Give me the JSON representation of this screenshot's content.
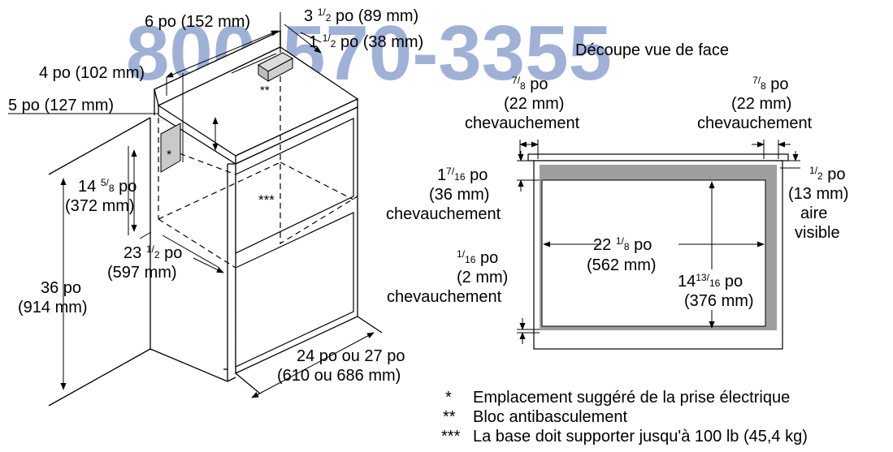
{
  "watermark": "800-570-3355",
  "cutout": {
    "title": "Découpe vue de face",
    "left_overlap": {
      "num": "7",
      "den": "8",
      "unit": " po",
      "mm": "(22 mm)",
      "word": "chevauchement"
    },
    "right_overlap": {
      "num": "7",
      "den": "8",
      "unit": " po",
      "mm": "(22 mm)",
      "word": "chevauchement"
    },
    "top_overlap": {
      "whole": "1",
      "num": "7",
      "den": "16",
      "unit": " po",
      "mm": "(36 mm)",
      "word": "chevauchement"
    },
    "bottom_overlap": {
      "num": "1",
      "den": "16",
      "unit": " po",
      "mm": "(2 mm)",
      "word": "chevauchement"
    },
    "visible_area": {
      "num": "1",
      "den": "2",
      "unit": " po",
      "mm": "(13 mm)",
      "line1": "aire",
      "line2": "visible"
    },
    "width": {
      "whole": "22 ",
      "num": "1",
      "den": "8",
      "unit": " po",
      "mm": "(562 mm)"
    },
    "height": {
      "whole": "14",
      "num": "13",
      "den": "16",
      "unit": " po",
      "mm": "(376 mm)"
    }
  },
  "cabinet": {
    "dim_6po": "6 po (152 mm)",
    "dim_3_half": {
      "whole": "3 ",
      "num": "1",
      "den": "2",
      "rest": " po (89 mm)"
    },
    "dim_1_half": {
      "whole": "1 ",
      "num": "1",
      "den": "2",
      "rest": " po (38 mm)"
    },
    "dim_4po": "4 po (102 mm)",
    "dim_5po": "5 po (127 mm)",
    "dim_14_5_8": {
      "whole": "14 ",
      "num": "5",
      "den": "8",
      "unit": " po",
      "mm": "(372 mm)"
    },
    "dim_23_half": {
      "whole": "23 ",
      "num": "1",
      "den": "2",
      "unit": " po",
      "mm": "(597 mm)"
    },
    "dim_36": {
      "line1": "36 po",
      "line2": "(914 mm)"
    },
    "dim_24_27": {
      "line1": "24 po ou 27 po",
      "line2": "(610 ou 686 mm)"
    },
    "mark_outlet": "*",
    "mark_block": "**",
    "mark_base": "***"
  },
  "legend": [
    {
      "mark": "*",
      "text": "Emplacement suggéré de la prise électrique"
    },
    {
      "mark": "**",
      "text": "Bloc antibasculement"
    },
    {
      "mark": "***",
      "text": "La base doit supporter jusqu'à 100 lb (45,4 kg)"
    }
  ]
}
